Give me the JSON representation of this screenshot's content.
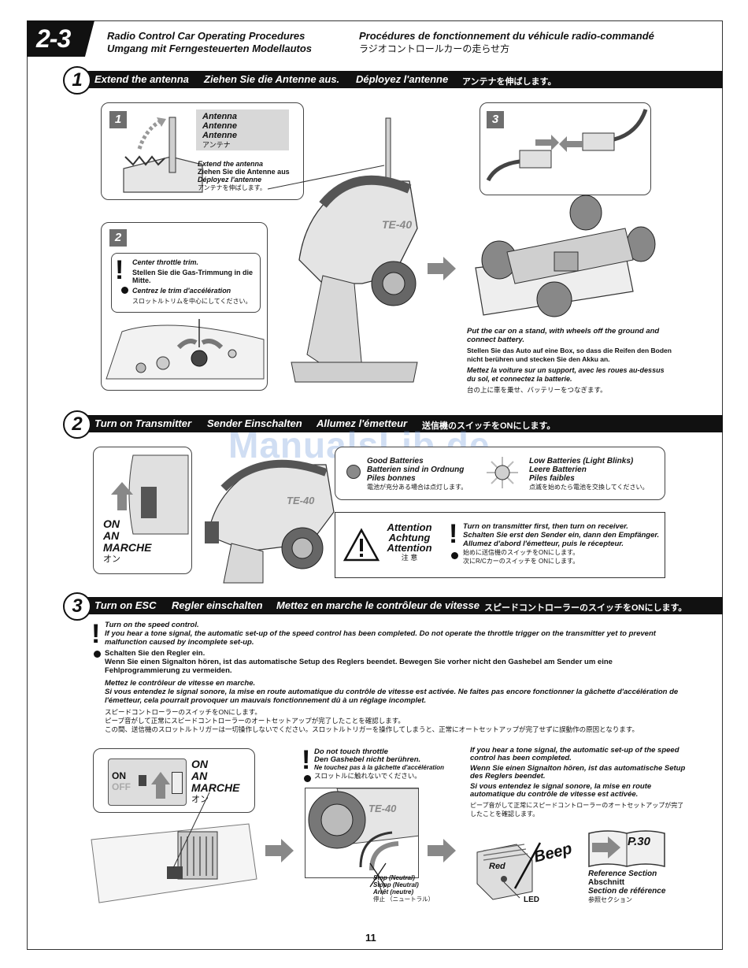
{
  "header": {
    "section": "2-3",
    "title_en": "Radio Control Car Operating Procedures",
    "title_de": "Umgang mit Ferngesteuerten Modellautos",
    "title_fr": "Procédures de fonctionnement du véhicule radio-commandé",
    "title_jp": "ラジオコントロールカーの走らせ方"
  },
  "step1": {
    "num": "1",
    "bar": [
      "Extend the antenna",
      "Ziehen Sie die Antenne aus.",
      "Déployez l'antenne",
      "アンテナを伸ばします。"
    ],
    "panel1": {
      "num": "1",
      "labels": [
        "Antenna",
        "Antenne",
        "Antenne",
        "アンテナ"
      ],
      "desc": [
        "Extend the antenna",
        "Ziehen Sie die Antenne aus",
        "Déployez l'antenne",
        "アンテナを伸ばします。"
      ]
    },
    "panel2": {
      "num": "2",
      "warn": [
        "Center throttle trim.",
        "Stellen Sie die Gas-Trimmung in die Mitte.",
        "Centrez le trim d'accélération",
        "スロットルトリムを中心にしてください。"
      ]
    },
    "panel3": {
      "num": "3"
    },
    "stand": [
      "Put the car on a stand, with wheels off the ground and connect battery.",
      "Stellen Sie das Auto auf eine Box, so dass die Reifen den Boden nicht berühren und stecken Sie den Akku an.",
      "Mettez la voiture sur un support, avec les roues au-dessus du sol, et connectez la batterie.",
      "台の上に車を乗せ、バッテリーをつなぎます。"
    ],
    "tx_brand": "TE-40"
  },
  "step2": {
    "num": "2",
    "bar": [
      "Turn on Transmitter",
      "Sender Einschalten",
      "Allumez l'émetteur",
      "送信機のスイッチをONにします。"
    ],
    "on_labels": [
      "ON",
      "AN",
      "MARCHE",
      "オン"
    ],
    "good": [
      "Good Batteries",
      "Batterien sind in Ordnung",
      "Piles bonnes",
      "電池が充分ある場合は点灯します。"
    ],
    "low": [
      "Low Batteries (Light Blinks)",
      "Leere Batterien",
      "Piles faibles",
      "点滅を始めたら電池を交換してください。"
    ],
    "attention": [
      "Attention",
      "Achtung",
      "Attention",
      "注 意"
    ],
    "order": [
      "Turn on transmitter first, then turn on receiver.",
      "Schalten Sie erst den Sender ein, dann den Empfänger.",
      "Allumez d'abord l'émetteur, puis le récepteur.",
      "始めに送信機のスイッチをONにします。",
      "次にR/Cカーのスイッチを ONにします。"
    ]
  },
  "step3": {
    "num": "3",
    "bar": [
      "Turn on ESC",
      "Regler einschalten",
      "Mettez en marche le contrôleur de vitesse",
      "スピードコントローラーのスイッチをONにします。"
    ],
    "en_head": "Turn on the speed control.",
    "en_body": "If you hear a tone signal, the automatic set-up of the speed control has been completed. Do not operate the throttle trigger on the transmitter yet to prevent malfunction caused by incomplete set-up.",
    "de_head": "Schalten Sie den Regler ein.",
    "de_body": "Wenn Sie einen Signalton hören, ist das automatische Setup des Reglers beendet. Bewegen Sie vorher nicht den Gashebel am Sender um eine Fehlprogrammierung zu vermeiden.",
    "fr_head": "Mettez le contrôleur de vitesse en marche.",
    "fr_body": "Si vous entendez le signal sonore, la mise en route automatique du contrôle de vitesse est activée. Ne faites pas encore fonctionner la gâchette d'accélération de l'émetteur, cela pourrait provoquer un mauvais fonctionnement dû à un réglage incomplet.",
    "jp_1": "スピードコントローラーのスイッチをONにします。",
    "jp_2": "ピープ音がして正常にスピードコントローラーのオートセットアップが完了したことを確認します。",
    "jp_3": "この間、送信機のスロットルトリガーは一切操作しないでください。スロットルトリガーを操作してしまうと、正常にオートセットアップが完了せずに誤動作の原因となります。",
    "esc_switch": [
      "ON",
      "OFF"
    ],
    "on_labels": [
      "ON",
      "AN",
      "MARCHE",
      "オン"
    ],
    "nothrottle": [
      "Do not touch throttle",
      "Den Gashebel nicht berühren.",
      "Ne touchez pas à la gâchette d'accélération",
      "スロットルに触れないでください。"
    ],
    "stop": [
      "Stop (Neutral)",
      "Stopp (Neutral)",
      "Arrêt (neutre)",
      "停止 （ニュートラル）"
    ],
    "tone": [
      "If you hear a tone signal, the automatic set-up of the speed control has been completed.",
      "Wenn Sie einen Signalton hören, ist das automatische Setup des Reglers beendet.",
      "Si vous entendez le signal sonore, la mise en route automatique du contrôle de vitesse est activée.",
      "ピープ音がして正常にスピードコントローラーのオートセットアップが完了したことを確認します。"
    ],
    "red": "Red",
    "beep": "Beep",
    "led": "LED",
    "ref_page": "P.30",
    "ref": [
      "Reference Section",
      "Abschnitt",
      "Section de référence",
      "参照セクション"
    ],
    "tx_brand": "TE-40"
  },
  "footer": {
    "page": "11"
  },
  "watermark": "ManualsLib.de",
  "colors": {
    "bar": "#111111",
    "led_good": "#8a8a8a",
    "arrow": "#888888"
  }
}
